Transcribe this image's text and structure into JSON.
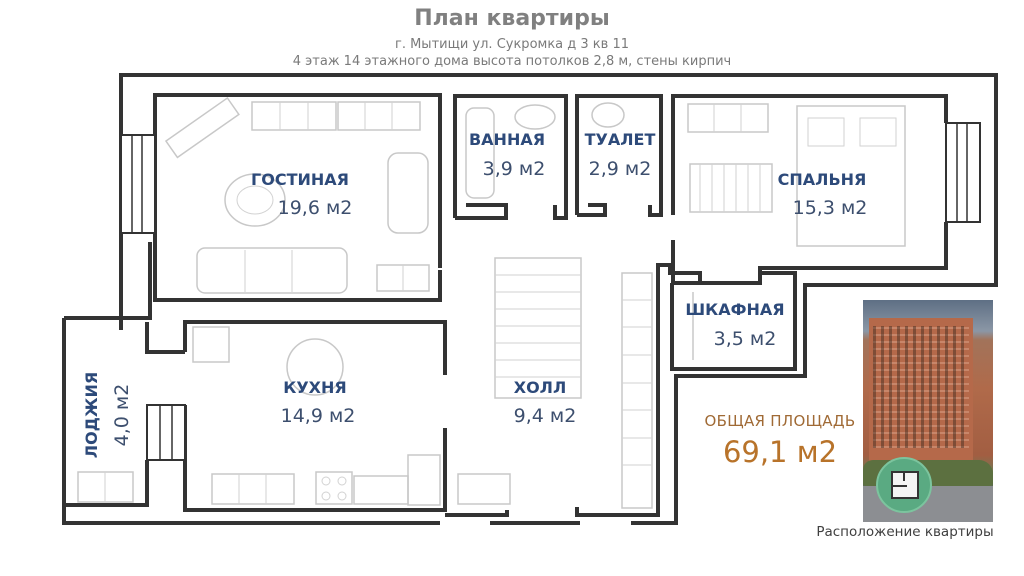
{
  "header": {
    "title": "План квартиры",
    "address": "г. Мытищи ул. Сукромка д 3 кв 11",
    "details": "4 этаж 14 этажного дома  высота потолков 2,8 м, стены кирпич"
  },
  "rooms": {
    "living": {
      "name": "ГОСТИНАЯ",
      "area": "19,6 м2"
    },
    "bath": {
      "name": "ВАННАЯ",
      "area": "3,9 м2"
    },
    "toilet": {
      "name": "ТУАЛЕТ",
      "area": "2,9 м2"
    },
    "bedroom": {
      "name": "СПАЛЬНЯ",
      "area": "15,3 м2"
    },
    "closet": {
      "name": "ШКАФНАЯ",
      "area": "3,5 м2"
    },
    "kitchen": {
      "name": "КУХНЯ",
      "area": "14,9 м2"
    },
    "hall": {
      "name": "ХОЛЛ",
      "area": "9,4 м2"
    },
    "loggia": {
      "name": "ЛОДЖИЯ",
      "area": "4,0 м2"
    }
  },
  "total": {
    "label": "ОБЩАЯ ПЛОЩАДЬ",
    "value": "69,1 м2"
  },
  "location": {
    "caption": "Расположение квартиры",
    "icon": "floorplan-icon"
  },
  "colors": {
    "wall": "#333333",
    "room_label": "#2d4a7a",
    "total_accent": "#b8732a",
    "badge": "#5aaa82"
  }
}
